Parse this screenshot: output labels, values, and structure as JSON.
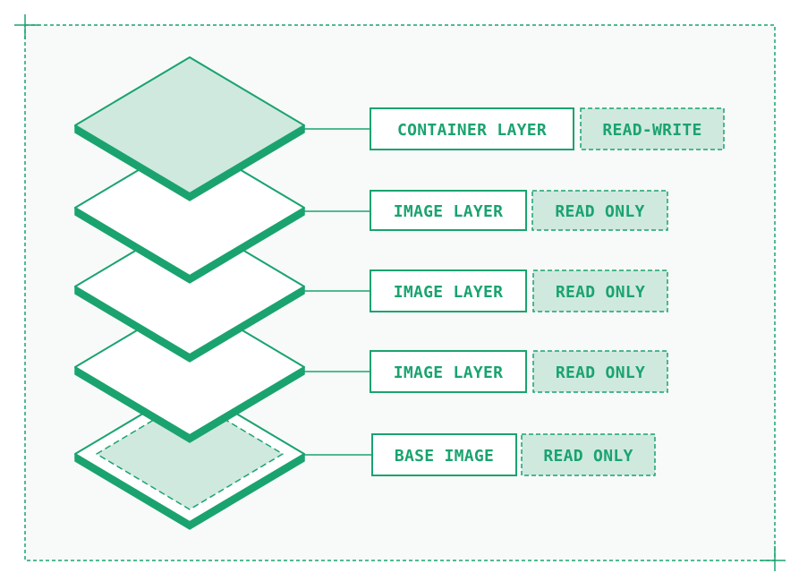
{
  "theme": {
    "accent": "#1aa36f",
    "fill": "#cfe9df",
    "panel_bg": "#f7faf9",
    "card": "#ffffff"
  },
  "layers": [
    {
      "name": "CONTAINER LAYER",
      "access": "READ-WRITE",
      "style": "filled"
    },
    {
      "name": "IMAGE LAYER",
      "access": "READ ONLY",
      "style": "white"
    },
    {
      "name": "IMAGE LAYER",
      "access": "READ ONLY",
      "style": "white"
    },
    {
      "name": "IMAGE LAYER",
      "access": "READ ONLY",
      "style": "white"
    },
    {
      "name": "BASE IMAGE",
      "access": "READ ONLY",
      "style": "dashed-inner"
    }
  ]
}
